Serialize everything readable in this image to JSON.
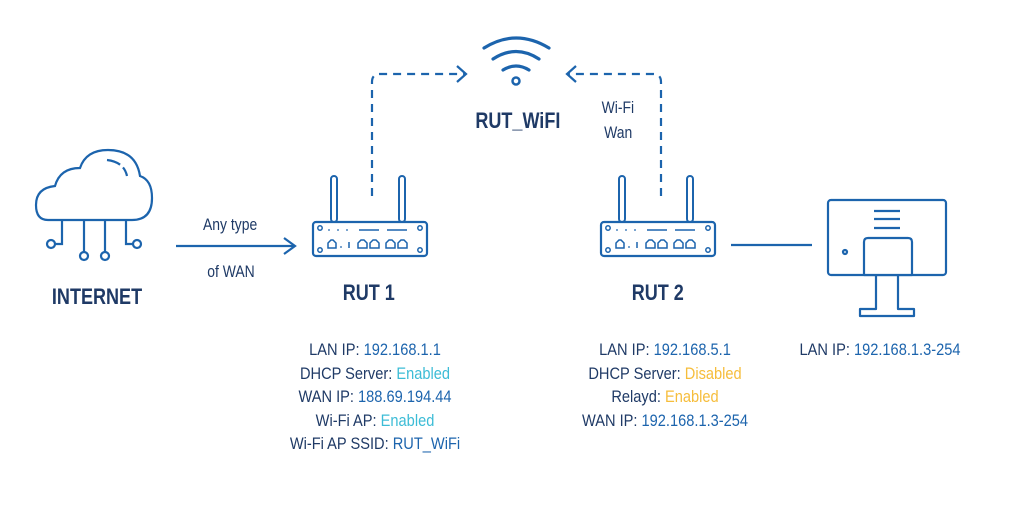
{
  "colors": {
    "line": "#1c64ad",
    "text_dark": "#1f3a66",
    "value_blue": "#1c64ad",
    "enabled_cyan": "#3cbcd6",
    "warn_yellow": "#f6bd3b"
  },
  "nodes": {
    "internet": {
      "label": "INTERNET",
      "icon": "cloud-network-icon"
    },
    "rut1": {
      "label": "RUT 1",
      "icon": "router-icon"
    },
    "rut2": {
      "label": "RUT 2",
      "icon": "router-icon"
    },
    "wifi": {
      "label": "RUT_WiFI",
      "icon": "wifi-icon"
    },
    "pc": {
      "icon": "monitor-icon"
    }
  },
  "edges": {
    "internet_to_rut1": {
      "line1": "Any type",
      "line2": "of WAN"
    },
    "rut2_to_wifi": {
      "line1": "Wi-Fi",
      "line2": "Wan"
    }
  },
  "rut1_info": [
    {
      "key": "LAN IP:",
      "value": "192.168.1.1",
      "style": "v"
    },
    {
      "key": "DHCP Server:",
      "value": "Enabled",
      "style": "on"
    },
    {
      "key": "WAN IP:",
      "value": "188.69.194.44",
      "style": "v"
    },
    {
      "key": "Wi-Fi AP:",
      "value": "Enabled",
      "style": "on"
    },
    {
      "key": "Wi-Fi AP SSID:",
      "value": "RUT_WiFi",
      "style": "v"
    }
  ],
  "rut2_info": [
    {
      "key": "LAN IP:",
      "value": "192.168.5.1",
      "style": "v"
    },
    {
      "key": "DHCP Server:",
      "value": "Disabled",
      "style": "warn"
    },
    {
      "key": "Relayd:",
      "value": "Enabled",
      "style": "warn"
    },
    {
      "key": "WAN IP:",
      "value": "192.168.1.3-254",
      "style": "v"
    }
  ],
  "pc_info": [
    {
      "key": "LAN IP:",
      "value": "192.168.1.3-254",
      "style": "v"
    }
  ]
}
